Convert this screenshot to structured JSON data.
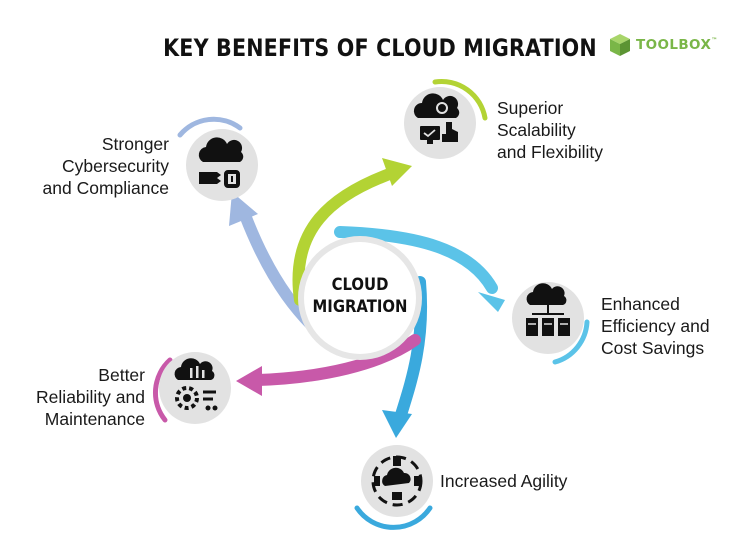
{
  "title": "KEY BENEFITS OF CLOUD MIGRATION",
  "logo": {
    "text": "TOOLBOX",
    "trademark": "™",
    "color": "#7ab648"
  },
  "center": {
    "line1": "CLOUD",
    "line2": "MIGRATION"
  },
  "benefits": [
    {
      "id": "scalability",
      "lines": [
        "Superior",
        "Scalability",
        "and Flexibility"
      ],
      "color": "#b3d334",
      "icon": "cloud-touch-icon"
    },
    {
      "id": "efficiency",
      "lines": [
        "Enhanced",
        "Efficiency and",
        "Cost Savings"
      ],
      "color": "#5bc3e8",
      "icon": "cloud-server-icon"
    },
    {
      "id": "agility",
      "lines": [
        "Increased Agility"
      ],
      "color": "#3aa9dd",
      "icon": "cloud-network-icon"
    },
    {
      "id": "reliability",
      "lines": [
        "Better",
        "Reliability and",
        "Maintenance"
      ],
      "color": "#c859a9",
      "icon": "cloud-gear-icon"
    },
    {
      "id": "cybersecurity",
      "lines": [
        "Stronger",
        "Cybersecurity",
        "and Compliance"
      ],
      "color": "#9fb7e0",
      "icon": "cloud-lock-icon"
    }
  ]
}
